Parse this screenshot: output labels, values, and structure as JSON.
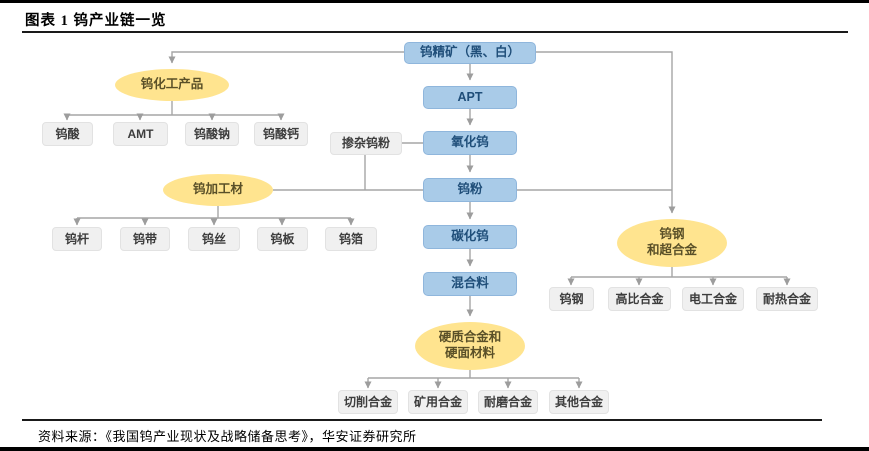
{
  "header": {
    "title": "图表 1 钨产业链一览"
  },
  "footer": {
    "source": "资料来源：《我国钨产业现状及战略储备思考》，华安证券研究所"
  },
  "colors": {
    "chain_fill": "#A9CBE8",
    "chain_text": "#1F4E79",
    "ellipse_fill": "#FFE48F",
    "ellipse_text": "#5A5028",
    "leaf_fill": "#F0F0F0",
    "leaf_text": "#3D3D3D",
    "line": "#A6A6A6"
  },
  "nodes": {
    "ore": {
      "label": "钨精矿（黑、白）"
    },
    "apt": {
      "label": "APT"
    },
    "oxide": {
      "label": "氧化钨"
    },
    "powder": {
      "label": "钨粉"
    },
    "carbide": {
      "label": "碳化钨"
    },
    "mixture": {
      "label": "混合料"
    },
    "doped_powder": {
      "label": "掺杂钨粉"
    },
    "chem_products": {
      "label": "钨化工产品"
    },
    "processed_materials": {
      "label": "钨加工材"
    },
    "steel_superalloy": {
      "label": "钨钢\n和超合金"
    },
    "hard_alloy": {
      "label": "硬质合金和\n硬面材料"
    },
    "tungstic_acid": {
      "label": "钨酸"
    },
    "amt": {
      "label": "AMT"
    },
    "sodium_tungstate": {
      "label": "钨酸钠"
    },
    "calcium_tungstate": {
      "label": "钨酸钙"
    },
    "rod": {
      "label": "钨杆"
    },
    "strip": {
      "label": "钨带"
    },
    "wire": {
      "label": "钨丝"
    },
    "plate": {
      "label": "钨板"
    },
    "foil": {
      "label": "钨箔"
    },
    "steel": {
      "label": "钨钢"
    },
    "high_density_alloy": {
      "label": "高比合金"
    },
    "electrical_alloy": {
      "label": "电工合金"
    },
    "heat_resistant_alloy": {
      "label": "耐热合金"
    },
    "cutting_alloy": {
      "label": "切削合金"
    },
    "mining_alloy": {
      "label": "矿用合金"
    },
    "wear_resistant_alloy": {
      "label": "耐磨合金"
    },
    "other_alloy": {
      "label": "其他合金"
    }
  },
  "edges": [
    "钨精矿（黑、白）->APT",
    "钨精矿（黑、白）->钨化工产品",
    "钨精矿（黑、白）->钨钢和超合金",
    "APT->氧化钨",
    "掺杂钨粉-氧化钨",
    "氧化钨->钨粉",
    "钨粉-钨加工材",
    "钨粉-钨钢和超合金",
    "钨粉->碳化钨",
    "碳化钨->混合料",
    "混合料->硬质合金和硬面材料",
    "钨化工产品->钨酸/AMT/钨酸钠/钨酸钙",
    "钨加工材->钨杆/钨带/钨丝/钨板/钨箔",
    "钨钢和超合金->钨钢/高比合金/电工合金/耐热合金",
    "硬质合金和硬面材料->切削合金/矿用合金/耐磨合金/其他合金"
  ]
}
